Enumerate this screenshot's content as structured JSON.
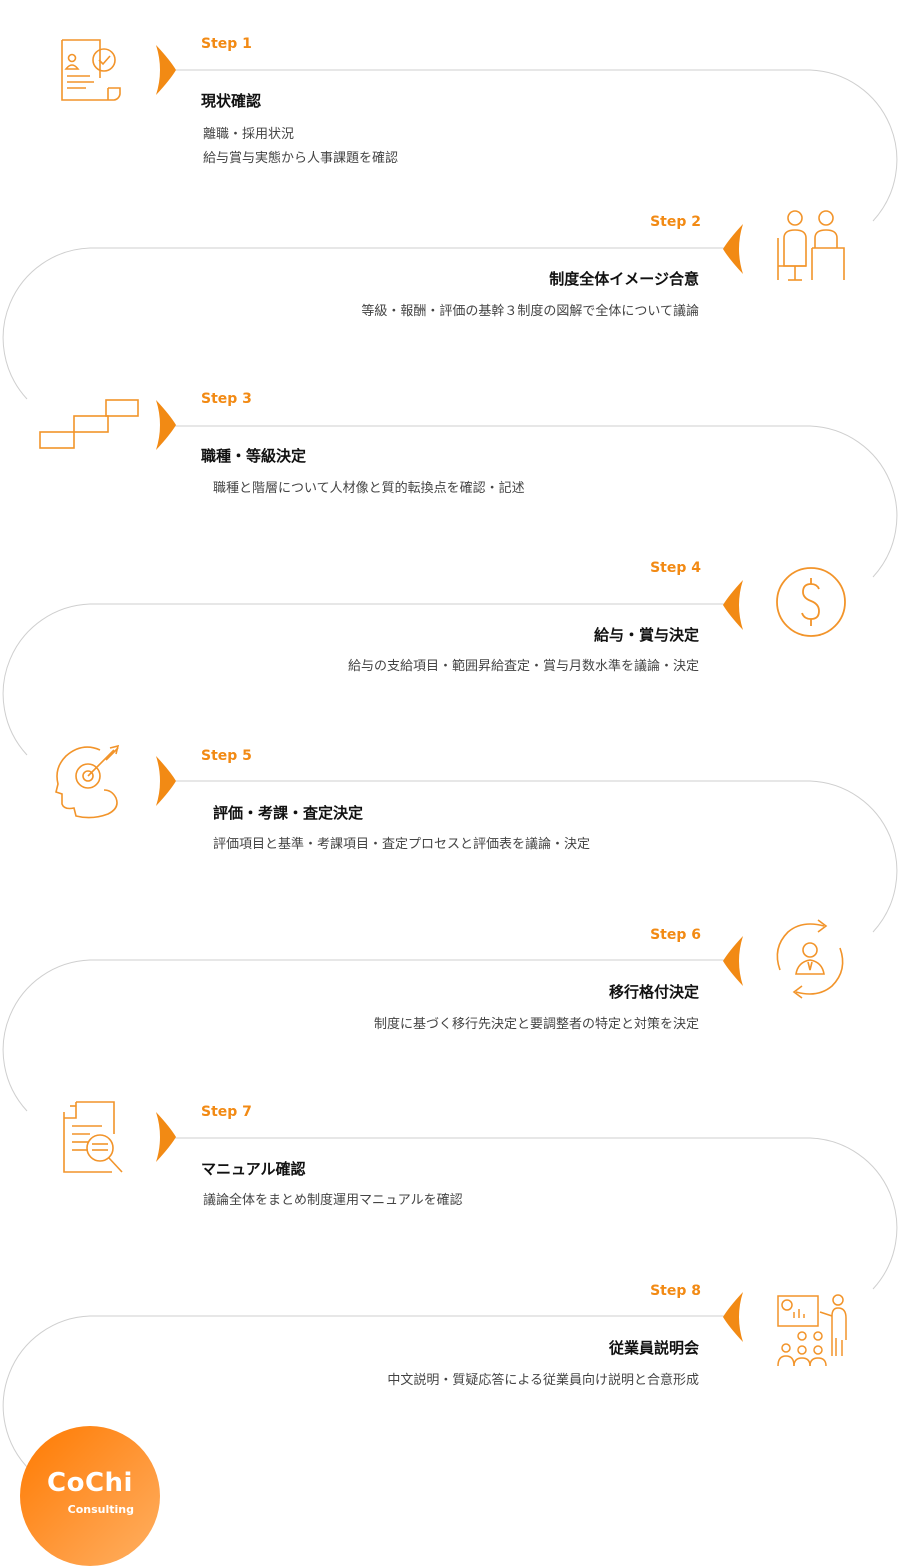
{
  "steps": [
    {
      "label": "Step 1",
      "title": "現状確認",
      "desc": [
        "離職・採用状況",
        "給与賞与実態から人事課題を確認"
      ],
      "icon": "resume-check-icon"
    },
    {
      "label": "Step 2",
      "title": "制度全体イメージ合意",
      "desc": [
        "等級・報酬・評価の基幹３制度の図解で全体について議論"
      ],
      "icon": "meeting-people-icon"
    },
    {
      "label": "Step 3",
      "title": "職種・等級決定",
      "desc": [
        "職種と階層について人材像と質的転換点を確認・記述"
      ],
      "icon": "stairs-icon"
    },
    {
      "label": "Step 4",
      "title": "給与・賞与決定",
      "desc": [
        "給与の支給項目・範囲昇給査定・賞与月数水準を議論・決定"
      ],
      "icon": "dollar-coin-icon"
    },
    {
      "label": "Step 5",
      "title": "評価・考課・査定決定",
      "desc": [
        "評価項目と基準・考課項目・査定プロセスと評価表を議論・決定"
      ],
      "icon": "head-target-icon"
    },
    {
      "label": "Step 6",
      "title": "移行格付決定",
      "desc": [
        "制度に基づく移行先決定と要調整者の特定と対策を決定"
      ],
      "icon": "person-cycle-icon"
    },
    {
      "label": "Step 7",
      "title": "マニュアル確認",
      "desc": [
        "議論全体をまとめ制度運用マニュアルを確認"
      ],
      "icon": "document-search-icon"
    },
    {
      "label": "Step 8",
      "title": "従業員説明会",
      "desc": [
        "中文説明・質疑応答による従業員向け説明と合意形成"
      ],
      "icon": "presentation-icon"
    }
  ],
  "logo": {
    "main": "CoChi",
    "sub": "Consulting"
  },
  "colors": {
    "accent": "#f28a14",
    "line": "#cccccc"
  }
}
